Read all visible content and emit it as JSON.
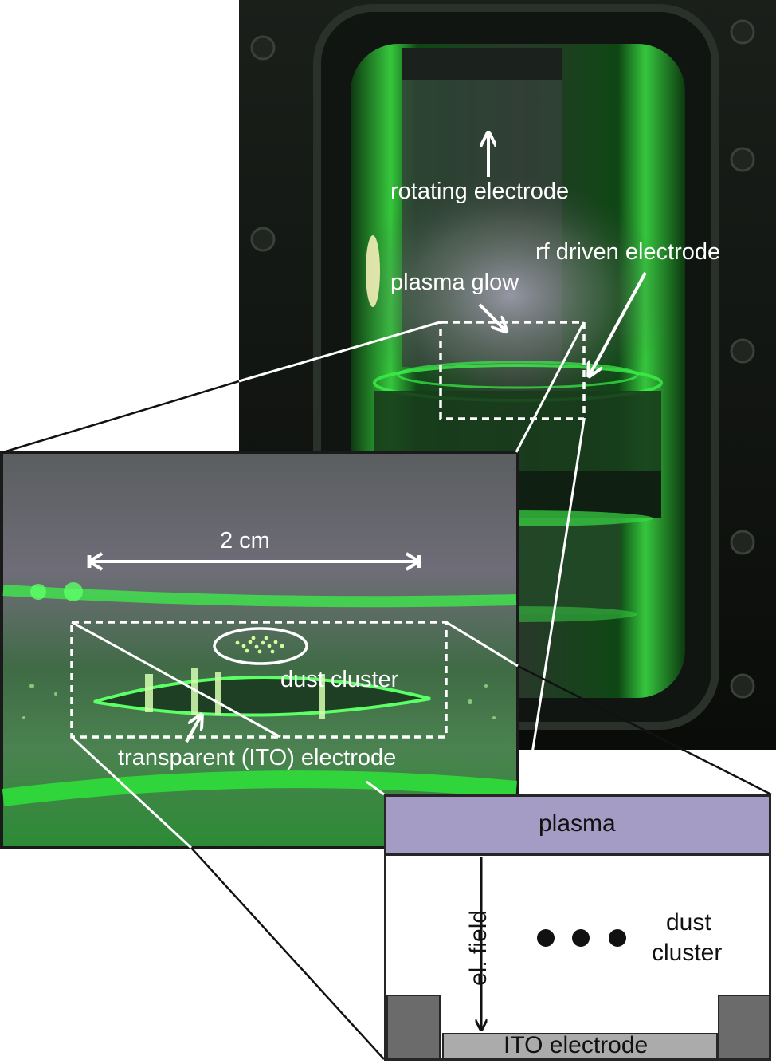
{
  "labels": {
    "rotating_electrode": "rotating electrode",
    "rf_driven_electrode": "rf driven electrode",
    "plasma_glow": "plasma glow",
    "scale": "2 cm",
    "dust_cluster_photo": "dust cluster",
    "transparent_electrode": "transparent (ITO) electrode"
  },
  "schematic": {
    "plasma": "plasma",
    "field": "el. field",
    "dust_line1": "dust",
    "dust_line2": "cluster",
    "ito": "ITO electrode"
  },
  "colors": {
    "plasma_band": "#a59cc6",
    "laser_green": "#2fdc3a",
    "chamber_dark": "#0b0f0b",
    "ito_gray": "#ababab",
    "block_gray": "#6b6b6b",
    "annotation": "#ffffff"
  }
}
